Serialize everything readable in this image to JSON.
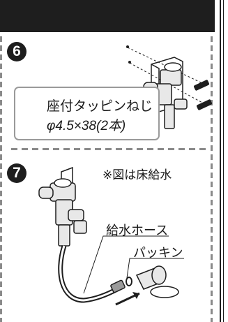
{
  "step6": {
    "number": "6"
  },
  "screw_spec": {
    "line1": "座付タッピンねじ",
    "line2": "φ4.5×38(2本)"
  },
  "step7": {
    "number": "7"
  },
  "note": "※図は床給水",
  "labels": {
    "hose": "給水ホース",
    "packing": "パッキン"
  },
  "colors": {
    "dark": "#1e1e1e",
    "gray": "#8a8a8a"
  }
}
